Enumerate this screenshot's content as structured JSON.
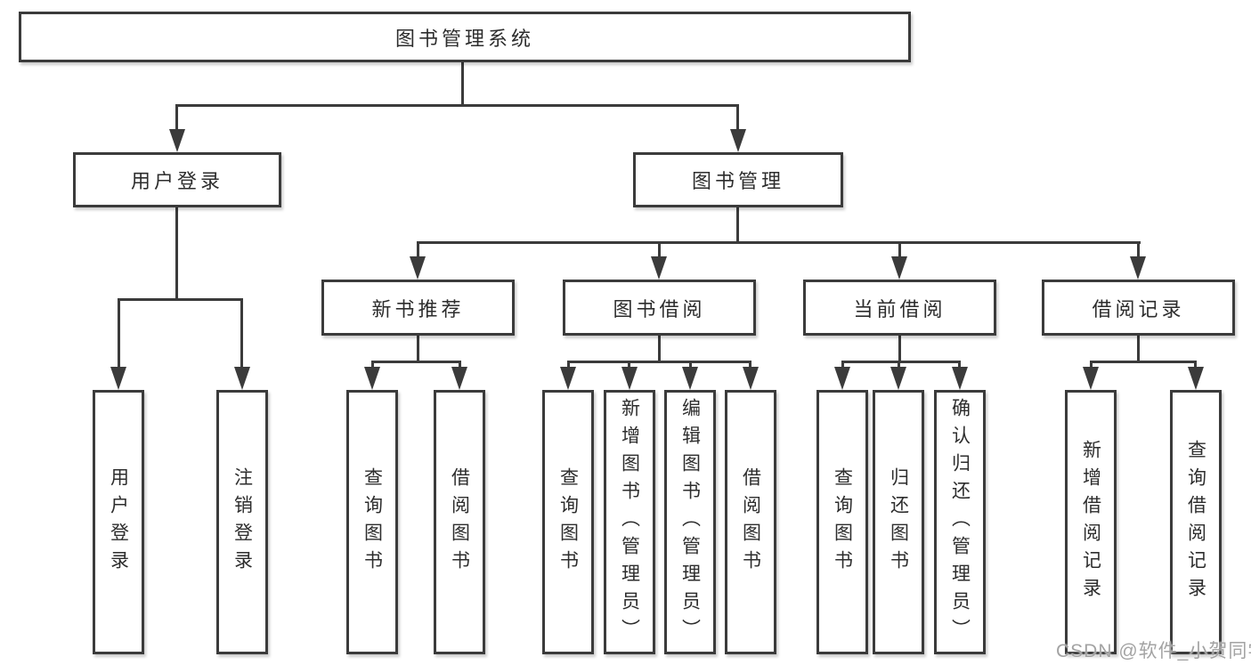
{
  "tree": {
    "label": "图书管理系统",
    "children": [
      {
        "label": "用户登录",
        "children": [
          {
            "label": "用户登录"
          },
          {
            "label": "注销登录"
          }
        ]
      },
      {
        "label": "图书管理",
        "children": [
          {
            "label": "新书推荐",
            "children": [
              {
                "label": "查询图书"
              },
              {
                "label": "借阅图书"
              }
            ]
          },
          {
            "label": "图书借阅",
            "children": [
              {
                "label": "查询图书"
              },
              {
                "label": "新增图书（管理员）"
              },
              {
                "label": "编辑图书（管理员）"
              },
              {
                "label": "借阅图书"
              }
            ]
          },
          {
            "label": "当前借阅",
            "children": [
              {
                "label": "查询图书"
              },
              {
                "label": "归还图书"
              },
              {
                "label": "确认归还（管理员）"
              }
            ]
          },
          {
            "label": "借阅记录",
            "children": [
              {
                "label": "新增借阅记录"
              },
              {
                "label": "查询借阅记录"
              }
            ]
          }
        ]
      }
    ]
  },
  "watermark": {
    "text": "CSDN @软件_小贺同学"
  },
  "colors": {
    "line": "#3b3b3b",
    "text": "#2d2d2d",
    "watermark": "#a3a3a3",
    "background": "#ffffff"
  }
}
